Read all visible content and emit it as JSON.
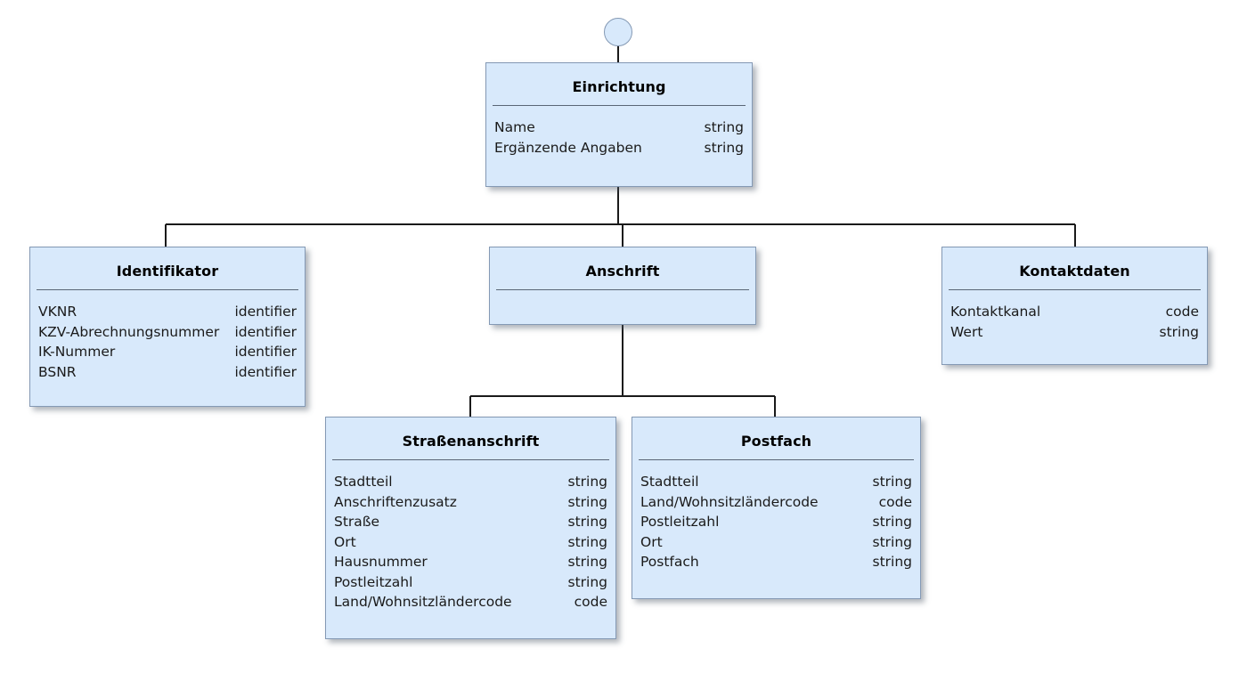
{
  "diagram": {
    "title": "Einrichtung",
    "type": "uml-class-diagram",
    "root_node_label": "start-node"
  },
  "colors": {
    "box_fill": "#d8e9fb",
    "box_border": "#8499b4",
    "divider": "#5a6676",
    "connector": "#1a1a1a",
    "text": "#1a1a1a",
    "title_text": "#000000",
    "shadow": "rgba(80,90,105,0.45)",
    "background": "#ffffff"
  },
  "classes": [
    {
      "id": "einrichtung",
      "name": "Einrichtung",
      "attributes": [
        {
          "name": "Name",
          "type": "string"
        },
        {
          "name": "Ergänzende Angaben",
          "type": "string"
        }
      ]
    },
    {
      "id": "identifikator",
      "name": "Identifikator",
      "attributes": [
        {
          "name": "VKNR",
          "type": "identifier"
        },
        {
          "name": "KZV-Abrechnungsnummer",
          "type": "identifier"
        },
        {
          "name": "IK-Nummer",
          "type": "identifier"
        },
        {
          "name": "BSNR",
          "type": "identifier"
        }
      ]
    },
    {
      "id": "anschrift",
      "name": "Anschrift",
      "attributes": []
    },
    {
      "id": "kontaktdaten",
      "name": "Kontaktdaten",
      "attributes": [
        {
          "name": "Kontaktkanal",
          "type": "code"
        },
        {
          "name": "Wert",
          "type": "string"
        }
      ]
    },
    {
      "id": "strassenanschrift",
      "name": "Straßenanschrift",
      "attributes": [
        {
          "name": "Stadtteil",
          "type": "string"
        },
        {
          "name": "Anschriftenzusatz",
          "type": "string"
        },
        {
          "name": "Straße",
          "type": "string"
        },
        {
          "name": "Ort",
          "type": "string"
        },
        {
          "name": "Hausnummer",
          "type": "string"
        },
        {
          "name": "Postleitzahl",
          "type": "string"
        },
        {
          "name": "Land/Wohnsitzländercode",
          "type": "code"
        }
      ]
    },
    {
      "id": "postfach",
      "name": "Postfach",
      "attributes": [
        {
          "name": "Stadtteil",
          "type": "string"
        },
        {
          "name": "Land/Wohnsitzländercode",
          "type": "code"
        },
        {
          "name": "Postleitzahl",
          "type": "string"
        },
        {
          "name": "Ort",
          "type": "string"
        },
        {
          "name": "Postfach",
          "type": "string"
        }
      ]
    }
  ],
  "connections": [
    {
      "from": "root-node",
      "to": "einrichtung"
    },
    {
      "from": "einrichtung",
      "to": "identifikator"
    },
    {
      "from": "einrichtung",
      "to": "anschrift"
    },
    {
      "from": "einrichtung",
      "to": "kontaktdaten"
    },
    {
      "from": "anschrift",
      "to": "strassenanschrift"
    },
    {
      "from": "anschrift",
      "to": "postfach"
    }
  ]
}
